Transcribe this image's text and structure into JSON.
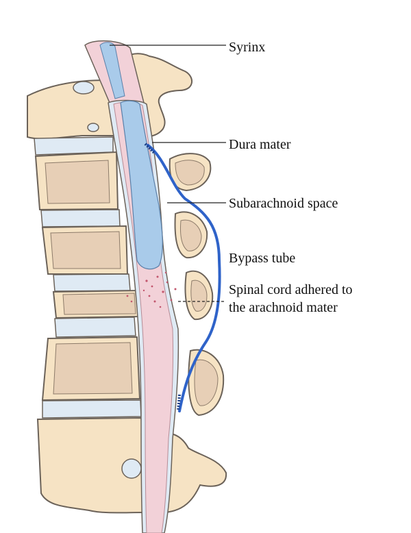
{
  "labels": {
    "syrinx": "Syrinx",
    "dura_mater": "Dura mater",
    "subarachnoid_space": "Subarachnoid space",
    "bypass_tube": "Bypass tube",
    "spinal_cord_line1": "Spinal cord adhered to",
    "spinal_cord_line2": "the arachnoid mater"
  },
  "colors": {
    "bone": "#f6e3c4",
    "vertebral_body": "#e7cfb6",
    "disc": "#dfeaf4",
    "syrinx": "#a9cbea",
    "cord": "#f2d1d8",
    "tube": "#2f63c9",
    "outline": "#6b6259"
  }
}
